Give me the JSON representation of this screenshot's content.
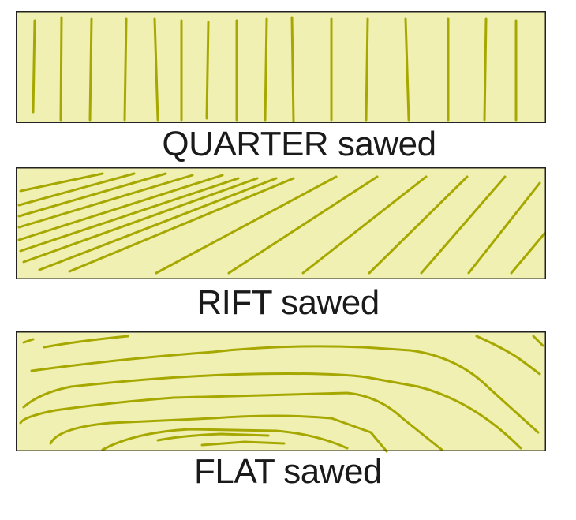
{
  "colors": {
    "wood": "#f0f0b2",
    "grain": "#a6a800",
    "border": "#222222"
  },
  "panels": [
    {
      "id": "quarter",
      "caption": "QUARTER sawed"
    },
    {
      "id": "rift",
      "caption": "RIFT sawed"
    },
    {
      "id": "flat",
      "caption": "FLAT sawed"
    }
  ]
}
